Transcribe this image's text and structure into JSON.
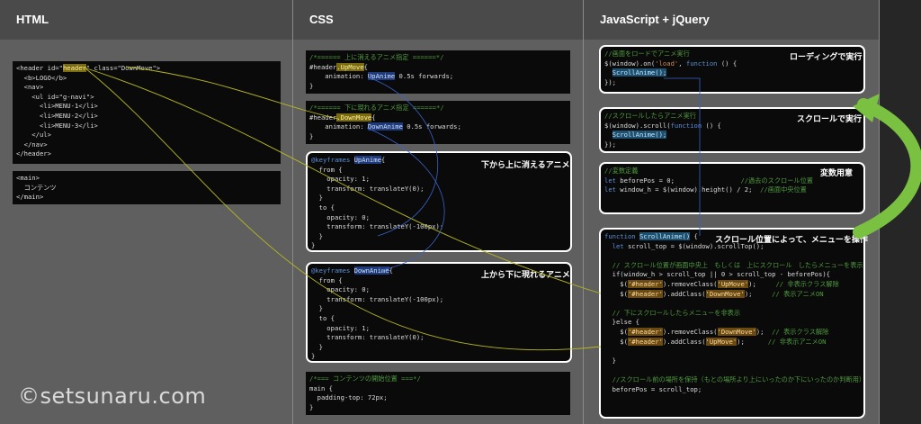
{
  "headers": {
    "html": "HTML",
    "css": "CSS",
    "js": "JavaScript + jQuery"
  },
  "html_code": {
    "header_lines": [
      [
        {
          "t": "<header id=\"",
          "c": ""
        },
        {
          "t": "header",
          "c": "hl-y"
        },
        {
          "t": "\" class=\"DownMove\">",
          "c": ""
        }
      ],
      [
        {
          "t": "  <b>LOGO</b>",
          "c": ""
        }
      ],
      [
        {
          "t": "  <nav>",
          "c": ""
        }
      ],
      [
        {
          "t": "    <ul id=\"g-navi\">",
          "c": ""
        }
      ],
      [
        {
          "t": "      <li>MENU-1</li>",
          "c": ""
        }
      ],
      [
        {
          "t": "      <li>MENU-2</li>",
          "c": ""
        }
      ],
      [
        {
          "t": "      <li>MENU-3</li>",
          "c": ""
        }
      ],
      [
        {
          "t": "    </ul>",
          "c": ""
        }
      ],
      [
        {
          "t": "  </nav>",
          "c": ""
        }
      ],
      [
        {
          "t": "</header>",
          "c": ""
        }
      ]
    ],
    "main_lines": [
      [
        {
          "t": "<main>",
          "c": ""
        }
      ],
      [
        {
          "t": "  コンテンツ",
          "c": ""
        }
      ],
      [
        {
          "t": "</main>",
          "c": ""
        }
      ]
    ]
  },
  "css_code": {
    "upmove": [
      [
        {
          "t": "/*====== 上に消えるアニメ指定 ======*/",
          "c": "cm"
        }
      ],
      [
        {
          "t": "#header",
          "c": ""
        },
        {
          "t": ".UpMove",
          "c": "hl-y"
        },
        {
          "t": "{",
          "c": ""
        }
      ],
      [
        {
          "t": "    animation: ",
          "c": ""
        },
        {
          "t": "UpAnime",
          "c": "hl-b"
        },
        {
          "t": " 0.5s forwards;",
          "c": ""
        }
      ],
      [
        {
          "t": "}",
          "c": ""
        }
      ]
    ],
    "downmove": [
      [
        {
          "t": "/*====== 下に現れるアニメ指定 ======*/",
          "c": "cm"
        }
      ],
      [
        {
          "t": "#header",
          "c": ""
        },
        {
          "t": ".DownMove",
          "c": "hl-y"
        },
        {
          "t": "{",
          "c": ""
        }
      ],
      [
        {
          "t": "    animation: ",
          "c": ""
        },
        {
          "t": "DownAnime",
          "c": "hl-b"
        },
        {
          "t": " 0.5s forwards;",
          "c": ""
        }
      ],
      [
        {
          "t": "}",
          "c": ""
        }
      ]
    ],
    "upanime": [
      [
        {
          "t": "@keyframes ",
          "c": "kw"
        },
        {
          "t": "UpAnime",
          "c": "hl-b"
        },
        {
          "t": "{",
          "c": ""
        }
      ],
      [
        {
          "t": "  from {",
          "c": ""
        }
      ],
      [
        {
          "t": "    opacity: 1;",
          "c": ""
        }
      ],
      [
        {
          "t": "    transform: translateY(0);",
          "c": ""
        }
      ],
      [
        {
          "t": "  }",
          "c": ""
        }
      ],
      [
        {
          "t": "  to {",
          "c": ""
        }
      ],
      [
        {
          "t": "    opacity: 0;",
          "c": ""
        }
      ],
      [
        {
          "t": "    transform: translateY(-100px);",
          "c": ""
        }
      ],
      [
        {
          "t": "  }",
          "c": ""
        }
      ],
      [
        {
          "t": "}",
          "c": ""
        }
      ]
    ],
    "downanime": [
      [
        {
          "t": "@keyframes ",
          "c": "kw"
        },
        {
          "t": "DownAnime",
          "c": "hl-b"
        },
        {
          "t": "{",
          "c": ""
        }
      ],
      [
        {
          "t": "  from {",
          "c": ""
        }
      ],
      [
        {
          "t": "    opacity: 0;",
          "c": ""
        }
      ],
      [
        {
          "t": "    transform: translateY(-100px);",
          "c": ""
        }
      ],
      [
        {
          "t": "  }",
          "c": ""
        }
      ],
      [
        {
          "t": "  to {",
          "c": ""
        }
      ],
      [
        {
          "t": "    opacity: 1;",
          "c": ""
        }
      ],
      [
        {
          "t": "    transform: translateY(0);",
          "c": ""
        }
      ],
      [
        {
          "t": "  }",
          "c": ""
        }
      ],
      [
        {
          "t": "}",
          "c": ""
        }
      ]
    ],
    "main": [
      [
        {
          "t": "/*=== コンテンツの開始位置 ===*/",
          "c": "cm"
        }
      ],
      [
        {
          "t": "main {",
          "c": ""
        }
      ],
      [
        {
          "t": "  padding-top: 72px;",
          "c": ""
        }
      ],
      [
        {
          "t": "}",
          "c": ""
        }
      ]
    ]
  },
  "js_code": {
    "load": [
      [
        {
          "t": "//画面をロードでアニメ実行",
          "c": "cm"
        }
      ],
      [
        {
          "t": "$(window).on(",
          "c": ""
        },
        {
          "t": "'load'",
          "c": "str"
        },
        {
          "t": ", ",
          "c": ""
        },
        {
          "t": "function",
          "c": "kw"
        },
        {
          "t": " () {",
          "c": ""
        }
      ],
      [
        {
          "t": "  ",
          "c": ""
        },
        {
          "t": "ScrollAnime();",
          "c": "hl-t"
        }
      ],
      [
        {
          "t": "});",
          "c": ""
        }
      ]
    ],
    "scroll": [
      [
        {
          "t": "//スクロールしたらアニメ実行",
          "c": "cm"
        }
      ],
      [
        {
          "t": "$(window).scroll(",
          "c": ""
        },
        {
          "t": "function",
          "c": "kw"
        },
        {
          "t": " () {",
          "c": ""
        }
      ],
      [
        {
          "t": "  ",
          "c": ""
        },
        {
          "t": "ScrollAnime();",
          "c": "hl-t"
        }
      ],
      [
        {
          "t": "});",
          "c": ""
        }
      ]
    ],
    "vars": [
      [
        {
          "t": "//変数定義",
          "c": "cm"
        }
      ],
      [
        {
          "t": "let",
          "c": "kw"
        },
        {
          "t": " beforePos = 0;                 ",
          "c": ""
        },
        {
          "t": "//過去のスクロール位置",
          "c": "cm"
        }
      ],
      [
        {
          "t": "let",
          "c": "kw"
        },
        {
          "t": " window_h = $(window).height() / 2;  ",
          "c": ""
        },
        {
          "t": "//画面中央位置",
          "c": "cm"
        }
      ]
    ],
    "func": [
      [
        {
          "t": "function ",
          "c": "kw"
        },
        {
          "t": "ScrollAnime()",
          "c": "hl-t"
        },
        {
          "t": " {",
          "c": ""
        }
      ],
      [
        {
          "t": "  let",
          "c": "kw"
        },
        {
          "t": " scroll_top = $(window).scrollTop();",
          "c": ""
        }
      ],
      [
        {
          "t": "",
          "c": ""
        }
      ],
      [
        {
          "t": "  // スクロール位置が画面中央上　もしくは　上にスクロール　したらメニューを表示",
          "c": "cm"
        }
      ],
      [
        {
          "t": "  if(window_h > scroll_top || 0 > scroll_top - beforePos){",
          "c": ""
        }
      ],
      [
        {
          "t": "    $(",
          "c": ""
        },
        {
          "t": "'#header'",
          "c": "hl-o"
        },
        {
          "t": ").removeClass(",
          "c": ""
        },
        {
          "t": "'UpMove'",
          "c": "hl-o"
        },
        {
          "t": ");     ",
          "c": ""
        },
        {
          "t": "// 非表示クラス解除",
          "c": "cm"
        }
      ],
      [
        {
          "t": "    $(",
          "c": ""
        },
        {
          "t": "'#header'",
          "c": "hl-o"
        },
        {
          "t": ").addClass(",
          "c": ""
        },
        {
          "t": "'DownMove'",
          "c": "hl-o"
        },
        {
          "t": ");     ",
          "c": ""
        },
        {
          "t": "// 表示アニメON",
          "c": "cm"
        }
      ],
      [
        {
          "t": "",
          "c": ""
        }
      ],
      [
        {
          "t": "  // 下にスクロールしたらメニューを非表示",
          "c": "cm"
        }
      ],
      [
        {
          "t": "  }else {",
          "c": ""
        }
      ],
      [
        {
          "t": "    $(",
          "c": ""
        },
        {
          "t": "'#header'",
          "c": "hl-o"
        },
        {
          "t": ").removeClass(",
          "c": ""
        },
        {
          "t": "'DownMove'",
          "c": "hl-o"
        },
        {
          "t": ");  ",
          "c": ""
        },
        {
          "t": "// 表示クラス解除",
          "c": "cm"
        }
      ],
      [
        {
          "t": "    $(",
          "c": ""
        },
        {
          "t": "'#header'",
          "c": "hl-o"
        },
        {
          "t": ").addClass(",
          "c": ""
        },
        {
          "t": "'UpMove'",
          "c": "hl-o"
        },
        {
          "t": ");      ",
          "c": ""
        },
        {
          "t": "// 非表示アニメON",
          "c": "cm"
        }
      ],
      [
        {
          "t": "",
          "c": ""
        }
      ],
      [
        {
          "t": "  }",
          "c": ""
        }
      ],
      [
        {
          "t": "",
          "c": ""
        }
      ],
      [
        {
          "t": "  //スクロール前の場所を保持（もとの場所より上にいったのか下にいったのか判断用）",
          "c": "cm"
        }
      ],
      [
        {
          "t": "  beforePos = scroll_top;",
          "c": ""
        }
      ]
    ]
  },
  "notes": {
    "upanime": "下から上に消えるアニメ",
    "downanime": "上から下に現れるアニメ",
    "load": "ローディングで実行",
    "scroll": "スクロールで実行",
    "vars": "変数用意",
    "func": "スクロール位置によって、メニューを操作"
  },
  "watermark": "©setsunaru.com",
  "colors": {
    "callout": "#ffffff",
    "arrow": "#7ac142",
    "line_yellow": "#b8b820",
    "line_blue": "#3a64c8"
  }
}
